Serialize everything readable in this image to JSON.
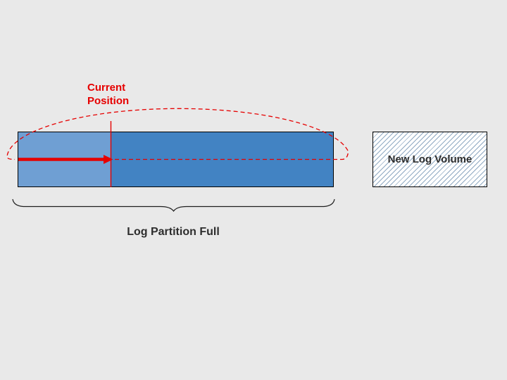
{
  "slide": {
    "current_position_label": "Current Position",
    "log_partition_label": "Log Partition Full",
    "new_log_volume_label": "New Log Volume"
  },
  "colors": {
    "background": "#e9e9e9",
    "red": "#e60000",
    "bar_light": "#6f9fd3",
    "bar_dark": "#4283c3",
    "bar_border": "#000000",
    "hatch_line": "#8fa9c2",
    "hatch_bg": "#ffffff",
    "text_dark": "#2d2d2d",
    "brace_black": "#1f1f1f"
  }
}
